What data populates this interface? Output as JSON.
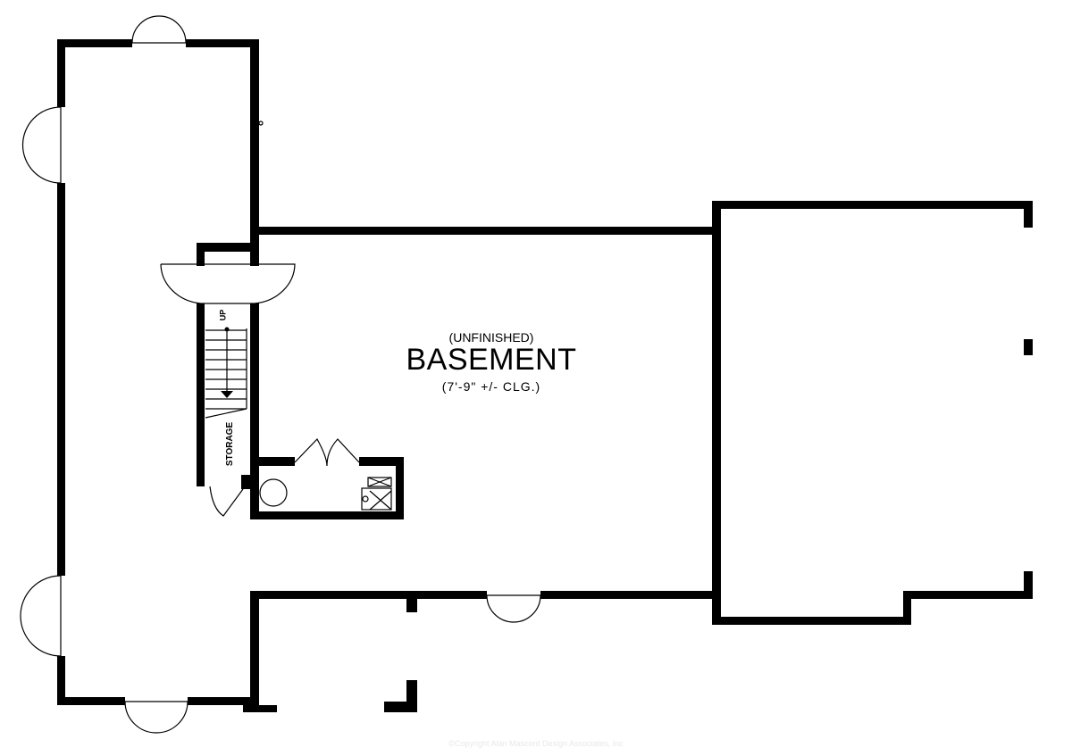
{
  "room": {
    "qualifier": "(UNFINISHED)",
    "name": "BASEMENT",
    "ceiling": "(7'-9\"  +/-  CLG.)"
  },
  "stairs": {
    "direction_label": "UP"
  },
  "storage": {
    "label": "STORAGE"
  },
  "copyright": "©Copyright Alan Mascord Design Associates, Inc"
}
